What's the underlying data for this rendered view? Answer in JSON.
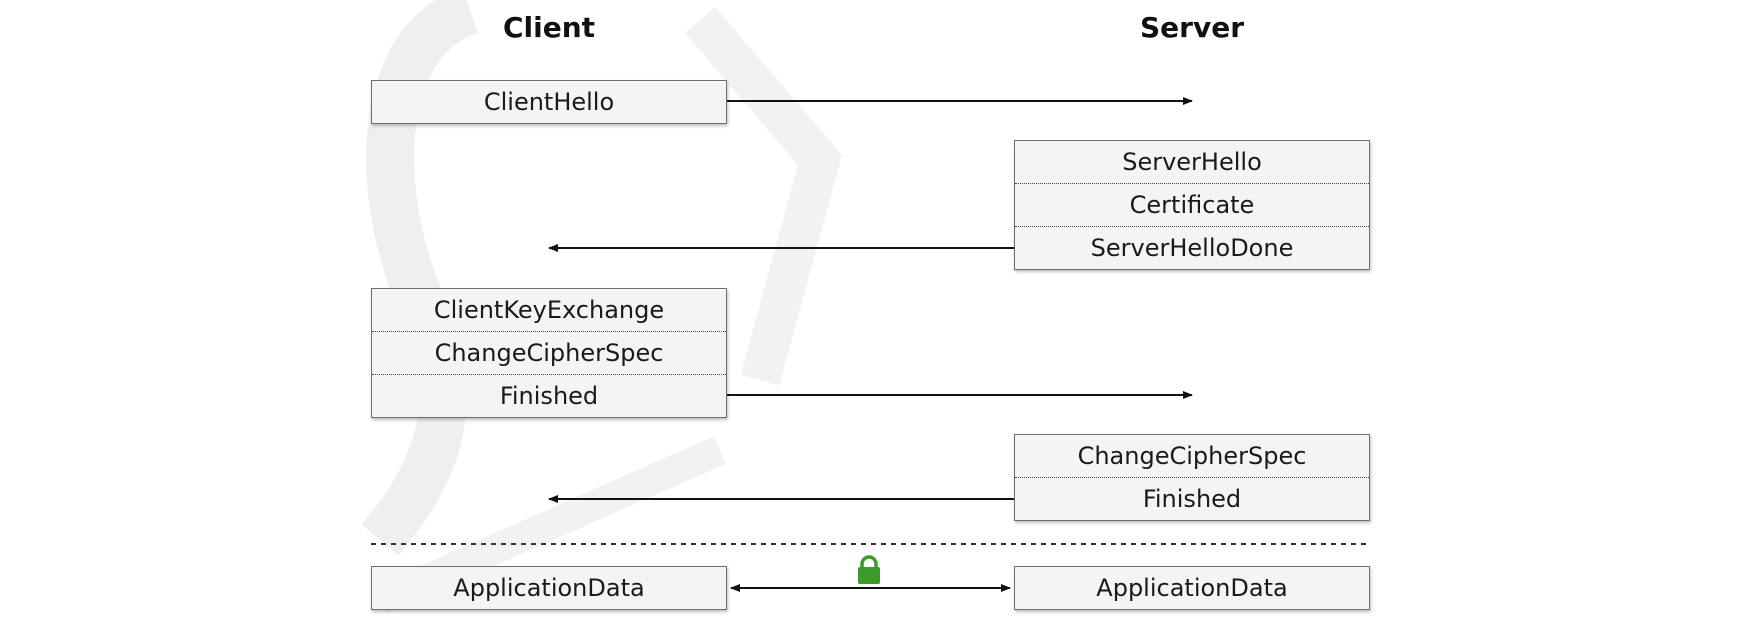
{
  "headers": {
    "client": "Client",
    "server": "Server"
  },
  "messages": {
    "m1": [
      "ClientHello"
    ],
    "m2": [
      "ServerHello",
      "Certificate",
      "ServerHelloDone"
    ],
    "m3": [
      "ClientKeyExchange",
      "ChangeCipherSpec",
      "Finished"
    ],
    "m4": [
      "ChangeCipherSpec",
      "Finished"
    ],
    "app_client": [
      "ApplicationData"
    ],
    "app_server": [
      "ApplicationData"
    ]
  },
  "colors": {
    "lock": "#3a9a2a",
    "box_fill": "#f4f4f4",
    "box_border": "#6e6e6e"
  }
}
